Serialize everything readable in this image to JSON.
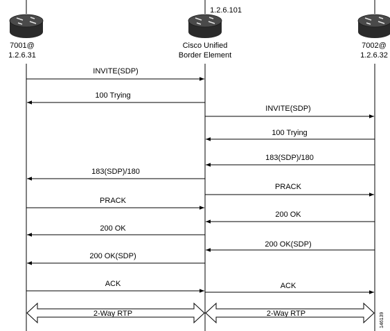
{
  "nodes": [
    {
      "id": "left",
      "lines": [
        "7001@",
        "1.2.6.31"
      ],
      "icon": "router-icon"
    },
    {
      "id": "mid",
      "lines": [
        "Cisco Unified",
        "Border Element"
      ],
      "above": "1.2.6.101",
      "icon": "router-icon"
    },
    {
      "id": "right",
      "lines": [
        "7002@",
        "1.2.6.32"
      ],
      "icon": "router-icon"
    }
  ],
  "messages": [
    {
      "label": "INVITE(SDP)",
      "from": "left",
      "to": "mid"
    },
    {
      "label": "100 Trying",
      "from": "mid",
      "to": "left"
    },
    {
      "label": "INVITE(SDP)",
      "from": "mid",
      "to": "right"
    },
    {
      "label": "100 Trying",
      "from": "right",
      "to": "mid"
    },
    {
      "label": "183(SDP)/180",
      "from": "right",
      "to": "mid"
    },
    {
      "label": "183(SDP)/180",
      "from": "mid",
      "to": "left"
    },
    {
      "label": "PRACK",
      "from": "mid",
      "to": "right"
    },
    {
      "label": "PRACK",
      "from": "left",
      "to": "mid"
    },
    {
      "label": "200 OK",
      "from": "right",
      "to": "mid"
    },
    {
      "label": "200 OK",
      "from": "mid",
      "to": "left"
    },
    {
      "label": "200 OK(SDP)",
      "from": "right",
      "to": "mid"
    },
    {
      "label": "200 OK(SDP)",
      "from": "mid",
      "to": "left"
    },
    {
      "label": "ACK",
      "from": "left",
      "to": "mid"
    },
    {
      "label": "ACK",
      "from": "mid",
      "to": "right"
    }
  ],
  "rtp": [
    {
      "label": "2-Way RTP",
      "from": "left",
      "to": "mid"
    },
    {
      "label": "2-Way RTP",
      "from": "mid",
      "to": "right"
    }
  ],
  "figure_id": "146139",
  "colors": {
    "line": "#000000",
    "router_body": "#2a2a2a",
    "router_top": "#4a4a4a"
  }
}
